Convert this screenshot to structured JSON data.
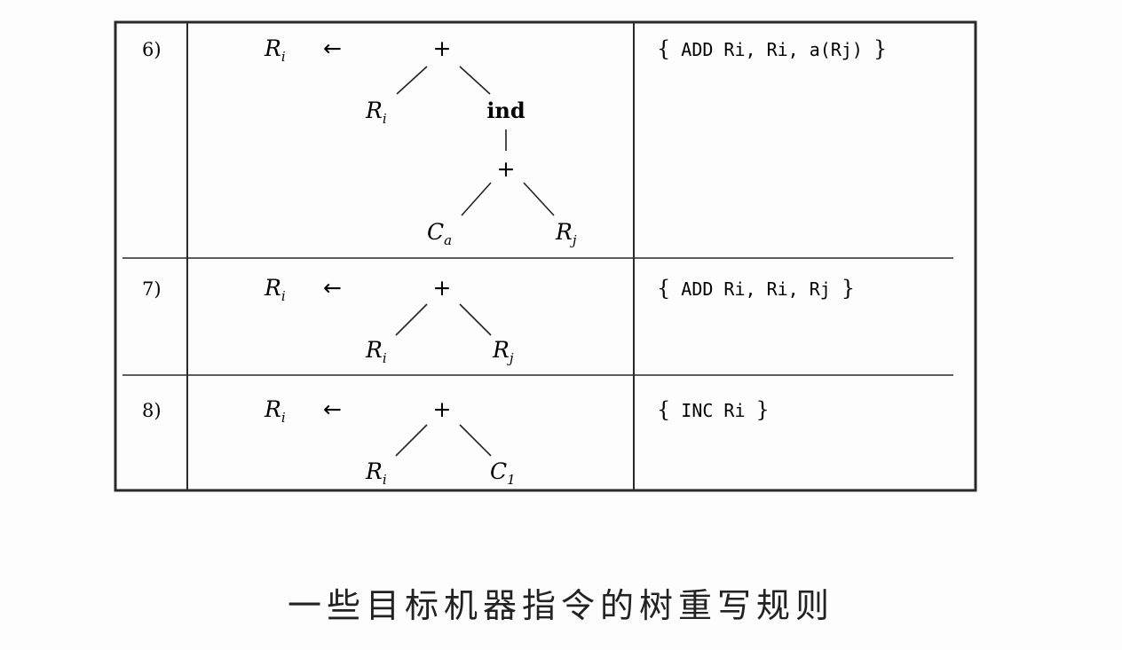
{
  "caption": "一些目标机器指令的树重写规则",
  "rules": [
    {
      "number": "6)",
      "replacement": {
        "sym": "R",
        "sub": "i"
      },
      "arrow": "←",
      "tree": {
        "root": "+",
        "left": {
          "sym": "R",
          "sub": "i"
        },
        "right_label": "ind",
        "inner_op": "+",
        "inner_left": {
          "sym": "C",
          "sub": "a"
        },
        "inner_right": {
          "sym": "R",
          "sub": "j"
        }
      },
      "action": {
        "open": "{",
        "mnemonic": "ADD",
        "operands": "Ri, Ri, a(Rj)",
        "close": "}"
      }
    },
    {
      "number": "7)",
      "replacement": {
        "sym": "R",
        "sub": "i"
      },
      "arrow": "←",
      "tree": {
        "root": "+",
        "left": {
          "sym": "R",
          "sub": "i"
        },
        "right": {
          "sym": "R",
          "sub": "j"
        }
      },
      "action": {
        "open": "{",
        "mnemonic": "ADD",
        "operands": "Ri, Ri, Rj",
        "close": "}"
      }
    },
    {
      "number": "8)",
      "replacement": {
        "sym": "R",
        "sub": "i"
      },
      "arrow": "←",
      "tree": {
        "root": "+",
        "left": {
          "sym": "R",
          "sub": "i"
        },
        "right": {
          "sym": "C",
          "sub": "1"
        }
      },
      "action": {
        "open": "{",
        "mnemonic": "INC",
        "operands": "Ri",
        "close": "}"
      }
    }
  ]
}
